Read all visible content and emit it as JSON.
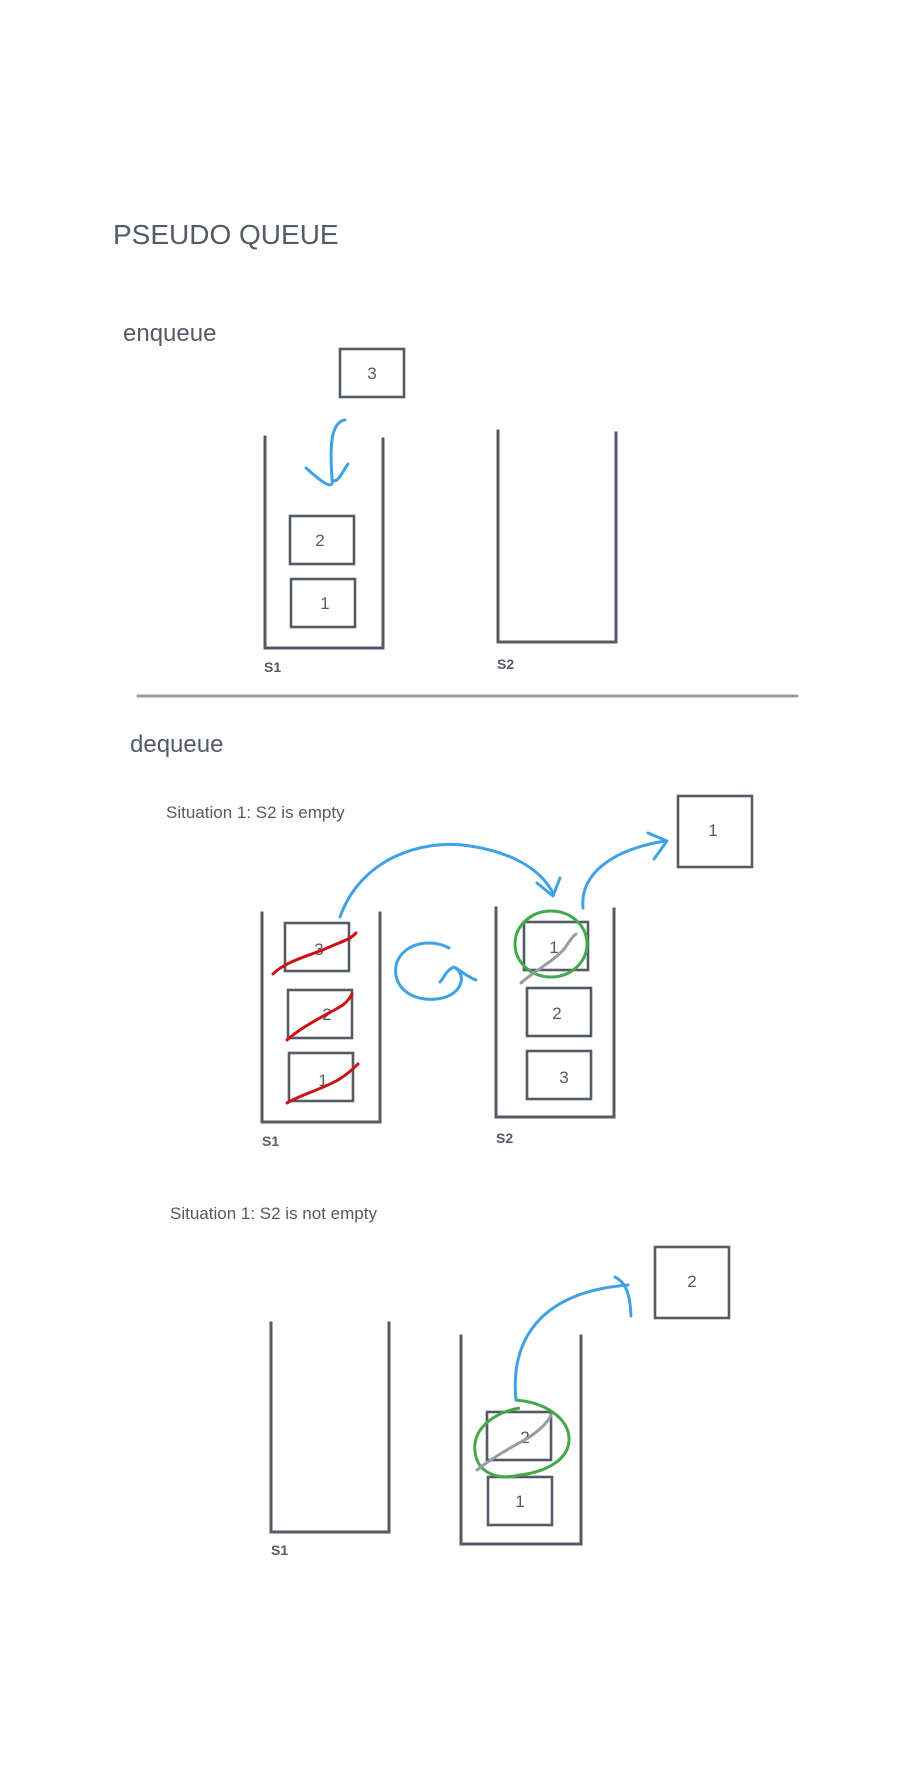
{
  "title": "PSEUDO QUEUE",
  "enqueue": {
    "heading": "enqueue",
    "incoming": "3",
    "s1_items": [
      "2",
      "1"
    ],
    "s1_label": "S1",
    "s2_label": "S2"
  },
  "dequeue": {
    "heading": "dequeue",
    "situation1": {
      "caption": "Situation 1: S2 is empty",
      "s1_items": [
        "3",
        "2",
        "1"
      ],
      "s2_items": [
        "1",
        "2",
        "3"
      ],
      "output": "1",
      "s1_label": "S1",
      "s2_label": "S2"
    },
    "situation2": {
      "caption": "Situation 1: S2 is not empty",
      "s2_items": [
        "2",
        "1"
      ],
      "output": "2",
      "s1_label": "S1"
    }
  },
  "colors": {
    "ink": "#555a66",
    "arrow": "#3fa2e6",
    "strike": "#cc1111",
    "highlight": "#43a948"
  }
}
